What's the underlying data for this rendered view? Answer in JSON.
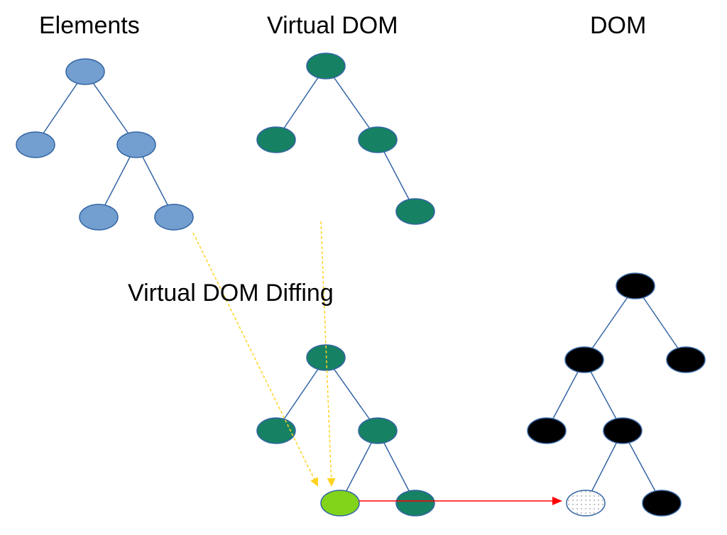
{
  "titles": {
    "elements": "Elements",
    "virtual_dom": "Virtual DOM",
    "dom": "DOM",
    "diffing": "Virtual DOM Diffing"
  },
  "colors": {
    "element_node": "#729fcf",
    "virtual_node": "#168163",
    "dom_node": "#000000",
    "changed_node": "#81d41a",
    "edge": "#3465a4",
    "compare_arrow": "#ffd320",
    "patch_arrow": "#ff0000"
  }
}
